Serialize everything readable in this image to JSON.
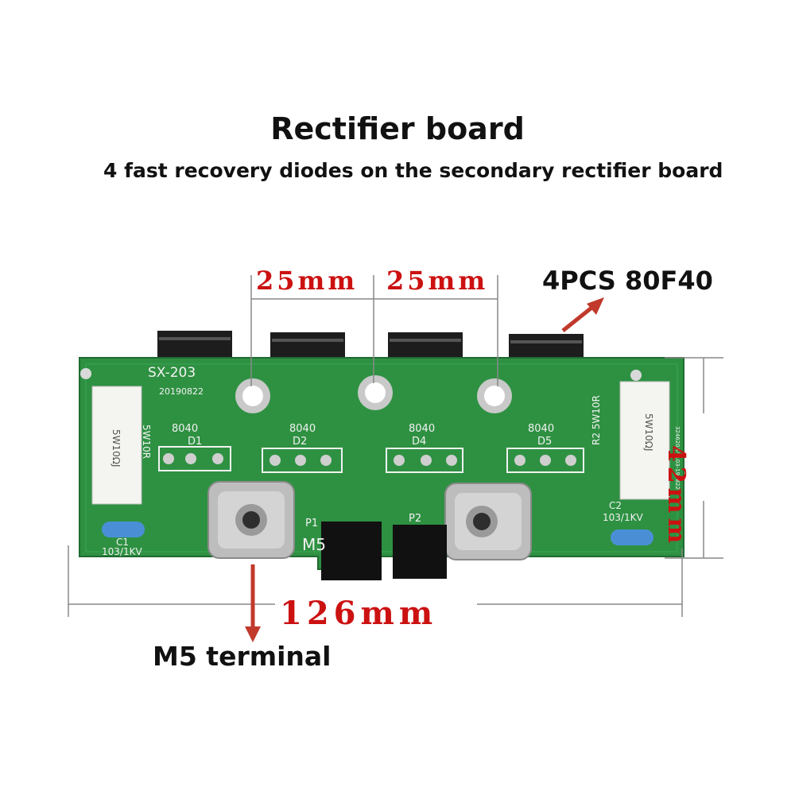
{
  "header": {
    "title": "Rectifier board",
    "subtitle": "4 fast recovery diodes on the secondary rectifier board"
  },
  "dimensions": {
    "pitch_left": "25mm",
    "pitch_right": "25mm",
    "width": "126mm",
    "height": "42mm"
  },
  "callouts": {
    "diodes": "4PCS 80F40",
    "terminal": "M5 terminal"
  },
  "board": {
    "model": "SX-203",
    "date": "20190822",
    "diodes": [
      {
        "ref": "D1",
        "part": "8040"
      },
      {
        "ref": "D2",
        "part": "8040"
      },
      {
        "ref": "D4",
        "part": "8040"
      },
      {
        "ref": "D5",
        "part": "8040"
      }
    ],
    "resistor_left": {
      "ref": "5W10R",
      "marking": "5W10ΩJ"
    },
    "resistor_right": {
      "ref": "R2 5W10R",
      "marking": "5W10ΩJ"
    },
    "cap_left": {
      "ref": "C1",
      "value": "103/1KV"
    },
    "cap_right": {
      "ref": "C2",
      "value": "103/1KV"
    },
    "terminal_labels": [
      "P1",
      "P2"
    ],
    "m5_mark": "M5",
    "side_code": "324620A-Y103-190822"
  },
  "colors": {
    "pcb": "#2e9142",
    "dimension_text": "#cc1111",
    "arrow": "#c0392b"
  }
}
